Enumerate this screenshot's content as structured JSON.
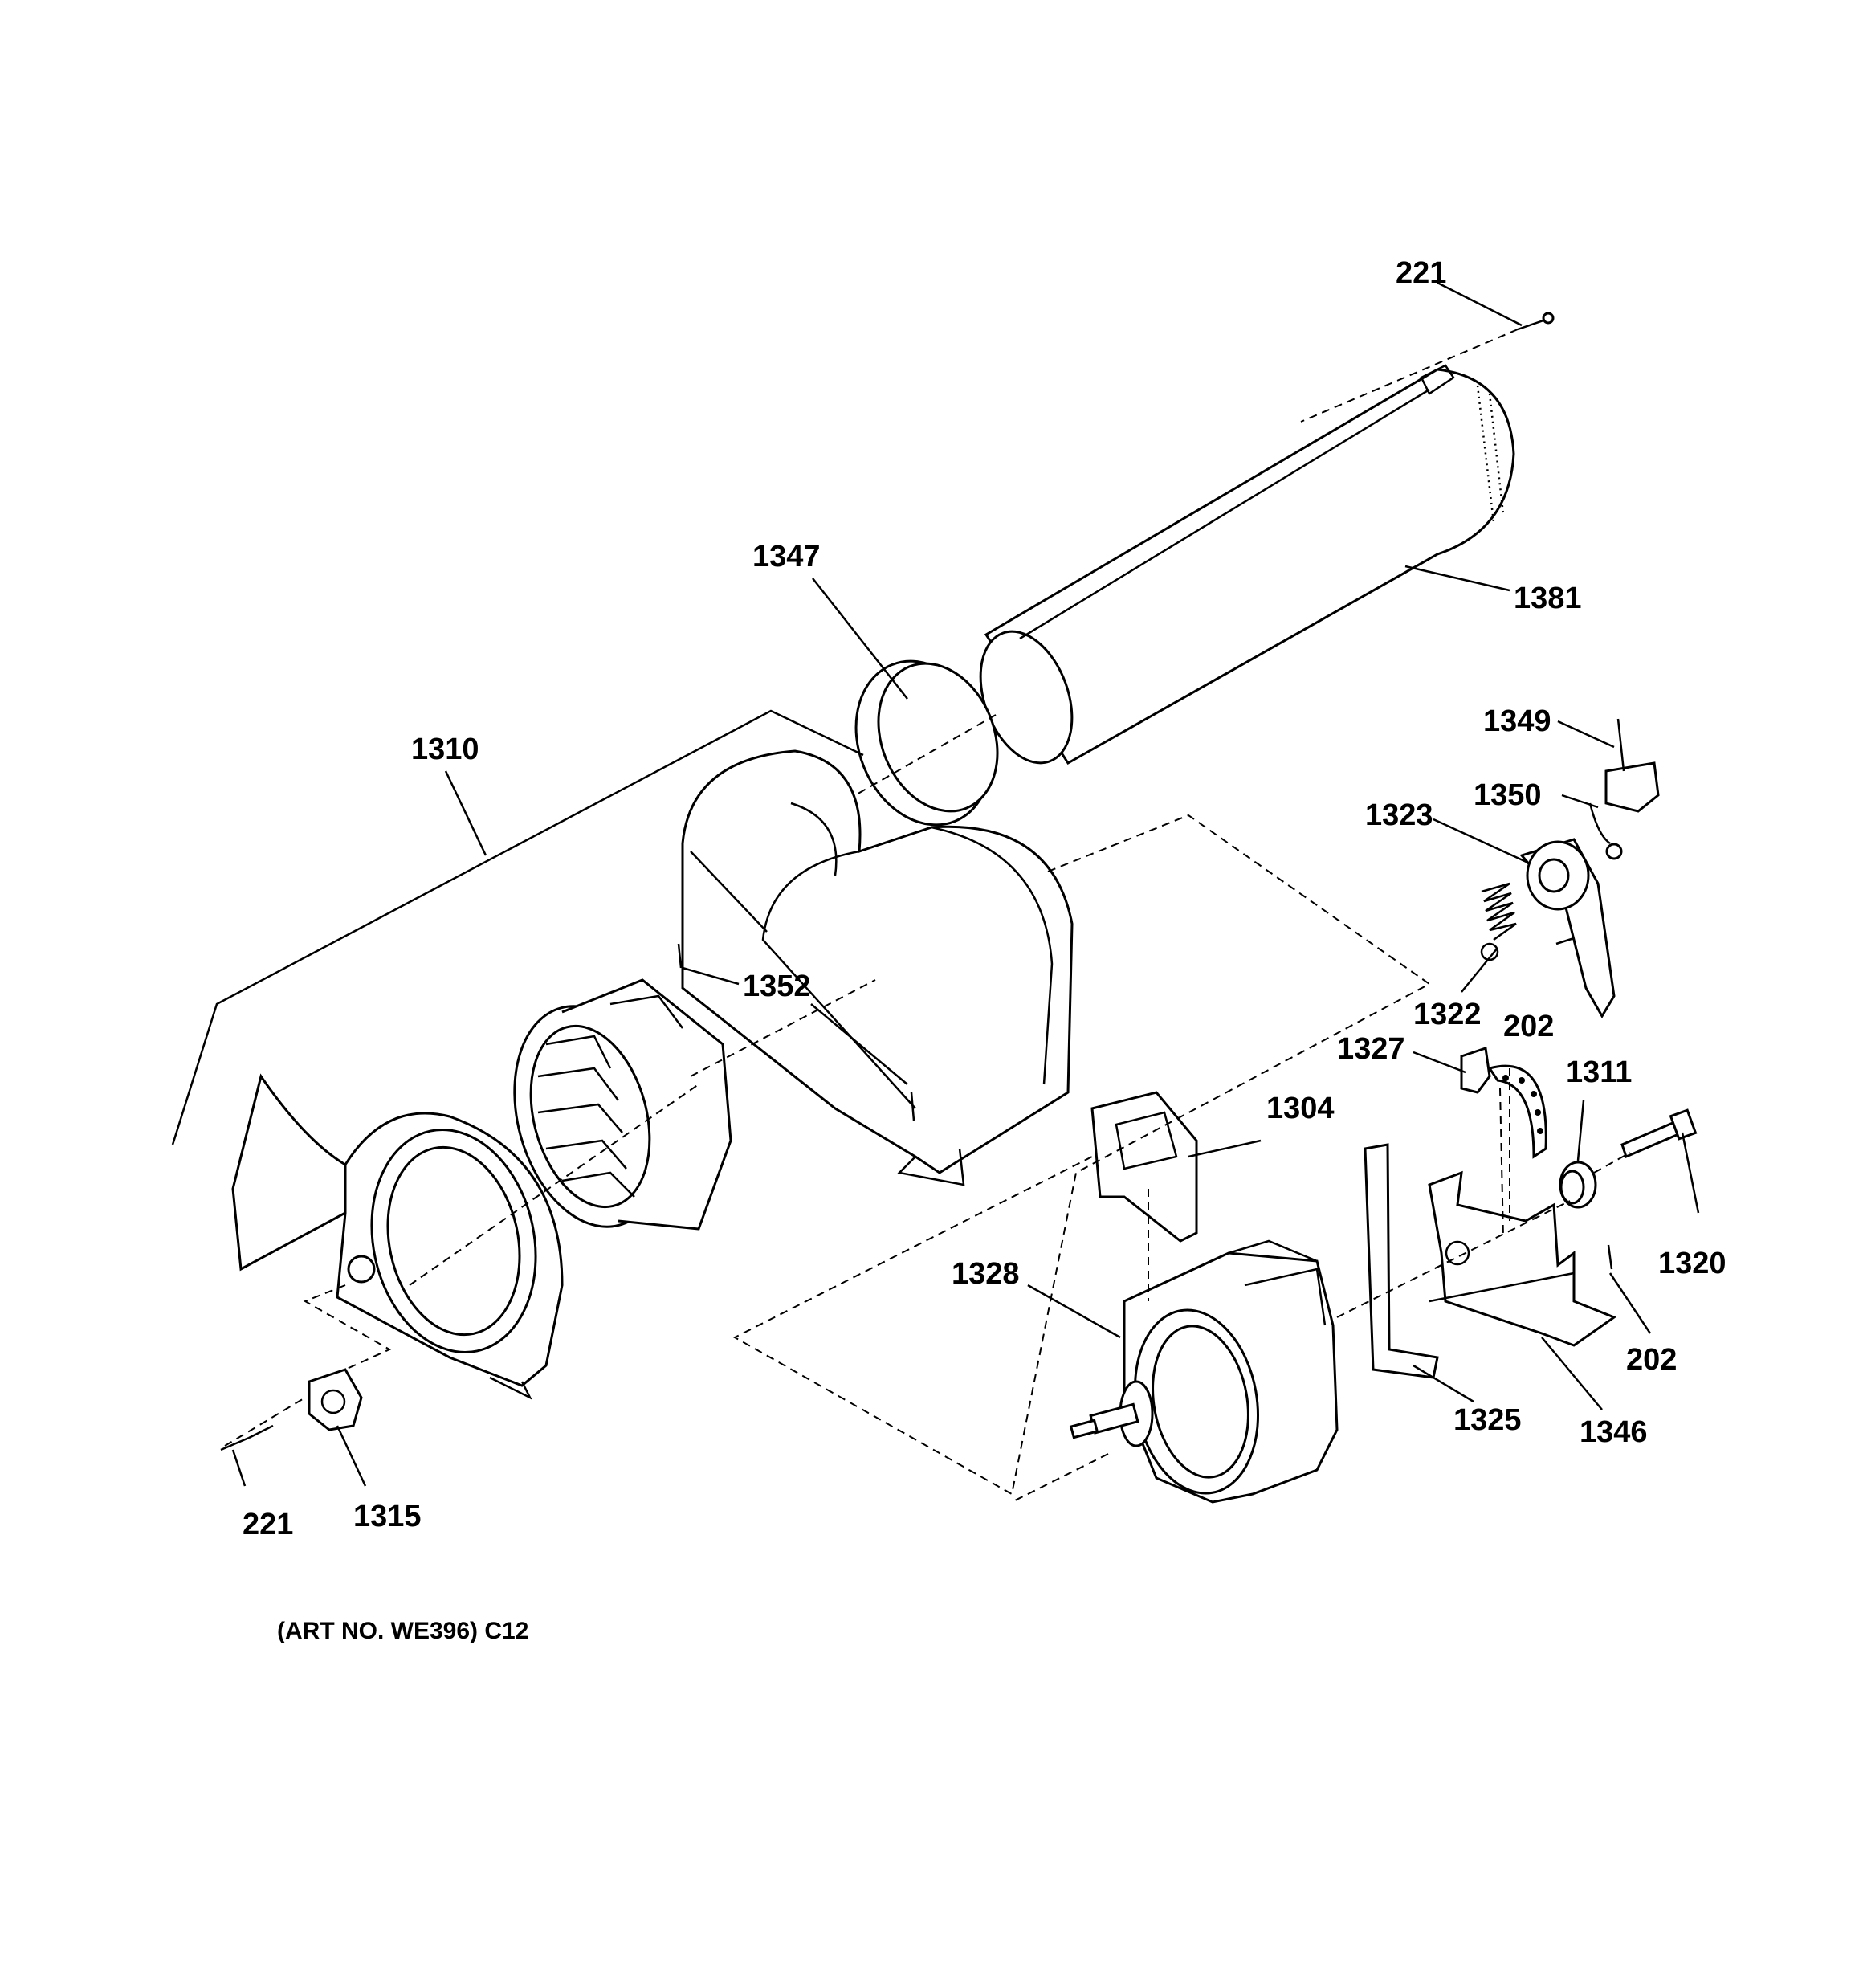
{
  "diagram": {
    "note": "(ART NO. WE396) C12",
    "labels": {
      "p221_top": "221",
      "p1347": "1347",
      "p1381": "1381",
      "p1310": "1310",
      "p1349": "1349",
      "p1350": "1350",
      "p1323": "1323",
      "p1352": "1352",
      "p1322": "1322",
      "p202_top": "202",
      "p1327": "1327",
      "p1311": "1311",
      "p1304": "1304",
      "p1320": "1320",
      "p1328": "1328",
      "p202_bottom": "202",
      "p1325": "1325",
      "p1346": "1346",
      "p221_bottom": "221",
      "p1315": "1315"
    }
  }
}
